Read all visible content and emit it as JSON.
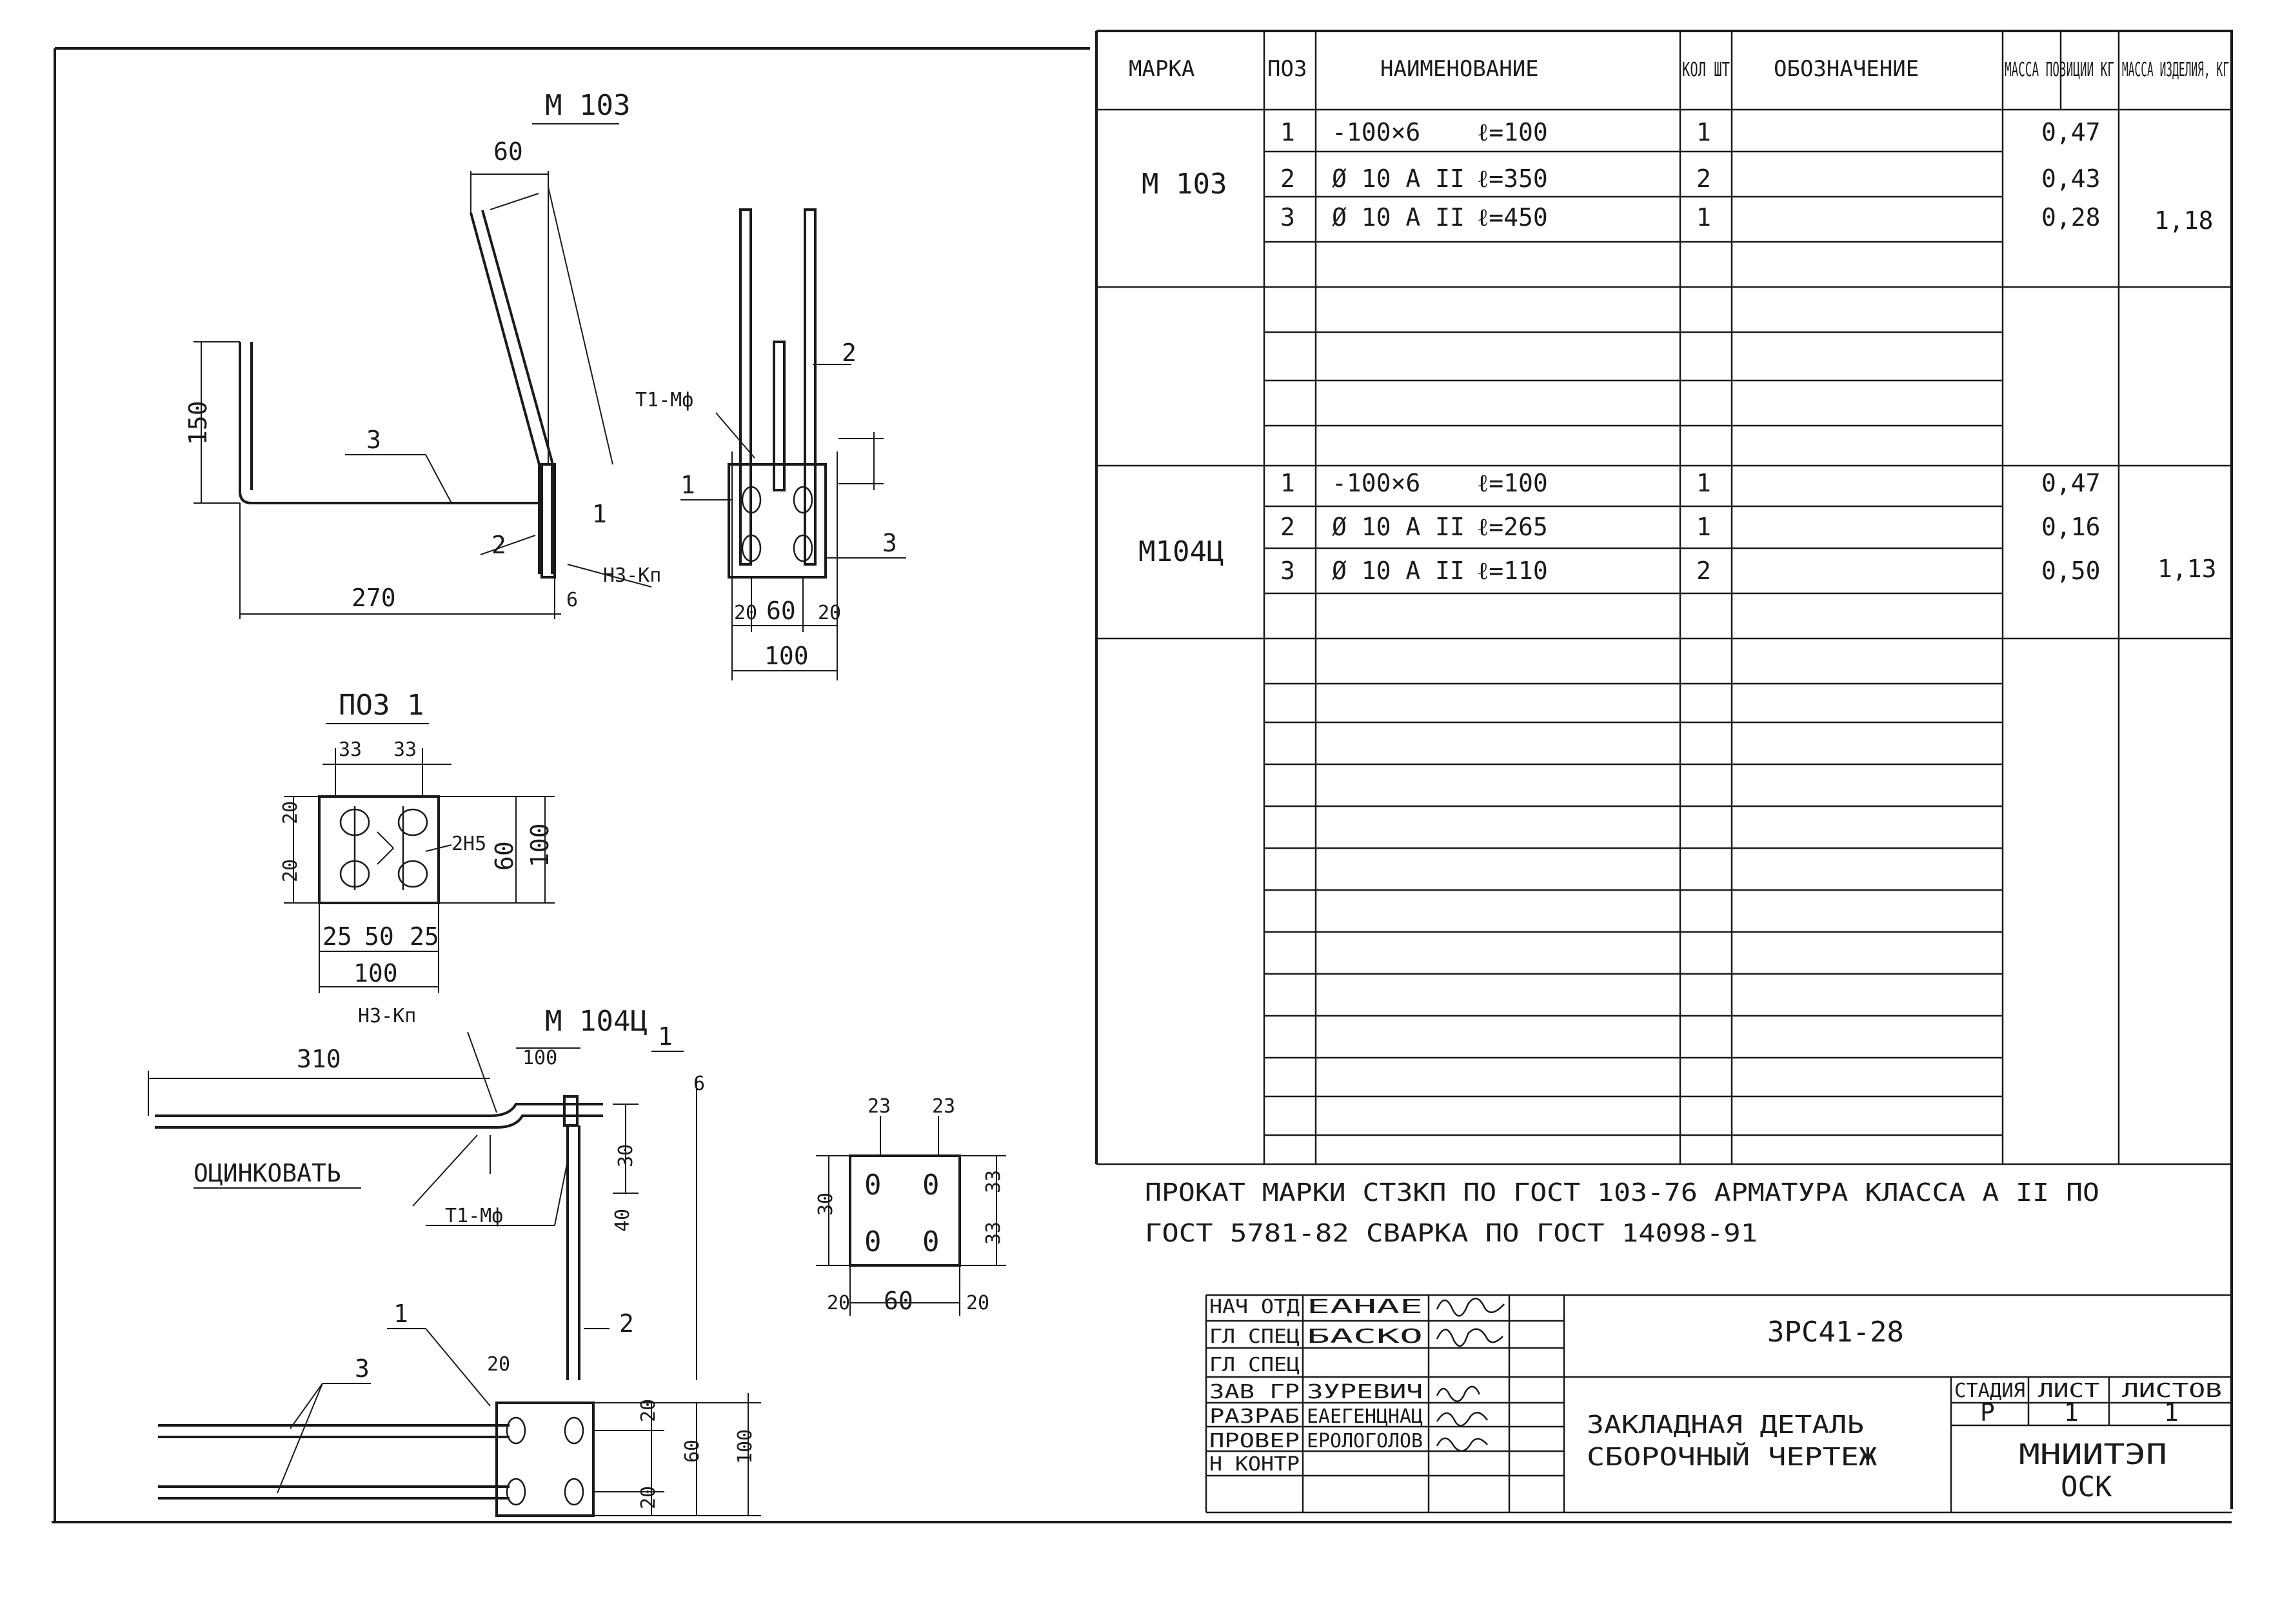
{
  "spec_table": {
    "headers": {
      "mark": "МАРКА",
      "pos": "ПОЗ",
      "name": "НАИМЕНОВАНИЕ",
      "qty": "КОЛ ШТ",
      "designation": "ОБОЗНАЧЕНИЕ",
      "mass_pos": "МАССА ПОЗИЦИИ КГ",
      "mass_item": "МАССА ИЗДЕЛИЯ, КГ"
    },
    "groups": [
      {
        "mark": "М 103",
        "mass_item": "1,18",
        "rows": [
          {
            "pos": "1",
            "profile": "-100×6",
            "length": "ℓ=100",
            "qty": "1",
            "mass": "0,47"
          },
          {
            "pos": "2",
            "profile": "Ø 10 А II",
            "length": "ℓ=350",
            "qty": "2",
            "mass": "0,43"
          },
          {
            "pos": "3",
            "profile": "Ø 10 А II",
            "length": "ℓ=450",
            "qty": "1",
            "mass": "0,28"
          }
        ]
      },
      {
        "mark": "М104Ц",
        "mass_item": "1,13",
        "rows": [
          {
            "pos": "1",
            "profile": "-100×6",
            "length": "ℓ=100",
            "qty": "1",
            "mass": "0,47"
          },
          {
            "pos": "2",
            "profile": "Ø 10 А II",
            "length": "ℓ=265",
            "qty": "1",
            "mass": "0,16"
          },
          {
            "pos": "3",
            "profile": "Ø 10 А II",
            "length": "ℓ=110",
            "qty": "2",
            "mass": "0,50"
          }
        ]
      }
    ]
  },
  "notes": {
    "line1": "ПРОКАТ МАРКИ СТ3КП ПО ГОСТ 103-76 АРМАТУРА КЛАССА А II ПО",
    "line2": "ГОСТ 5781-82 СВАРКА ПО ГОСТ 14098-91"
  },
  "title_block": {
    "roles": [
      "НАЧ ОТД",
      "ГЛ СПЕЦ",
      "ГЛ СПЕЦ",
      "ЗАВ ГР",
      "РАЗРАБ",
      "ПРОВЕР",
      "Н КОНТР"
    ],
    "names": [
      "ЕАНАЕ",
      "БАСКО",
      "",
      "ЗУРЕВИЧ",
      "ЕАЕГЕНЦНАЦ",
      "ЕРОЛОГОЛОВ",
      ""
    ],
    "code": "3РС41-28",
    "title_line1": "ЗАКЛАДНАЯ ДЕТАЛЬ",
    "title_line2": "СБОРОЧНЫЙ ЧЕРТЕЖ",
    "stage_label": "СТАДИЯ",
    "sheet_label": "ЛИСТ",
    "sheets_label": "ЛИСТОВ",
    "stage": "Р",
    "sheet": "1",
    "sheets": "1",
    "org_line1": "МНИИТЭП",
    "org_line2": "ОСК"
  },
  "drawings": {
    "m103_title": "М 103",
    "m104_title": "М 104Ц",
    "pos1_title": "ПОЗ 1",
    "galvanize": "ОЦИНКОВАТЬ",
    "weld_t1": "Т1-Мф",
    "weld_h3": "Н3-Кп",
    "pos_1": "1",
    "pos_2": "2",
    "pos_3": "3",
    "dim_60": "60",
    "dim_150": "150",
    "dim_270": "270",
    "dim_6": "6",
    "dim_100": "100",
    "dim_20": "20",
    "dim_33": "33",
    "dim_25": "25",
    "dim_50": "50",
    "dim_2115": "2Н5",
    "dim_310": "310",
    "dim_23": "23",
    "dim_30": "30",
    "dim_40": "40"
  }
}
